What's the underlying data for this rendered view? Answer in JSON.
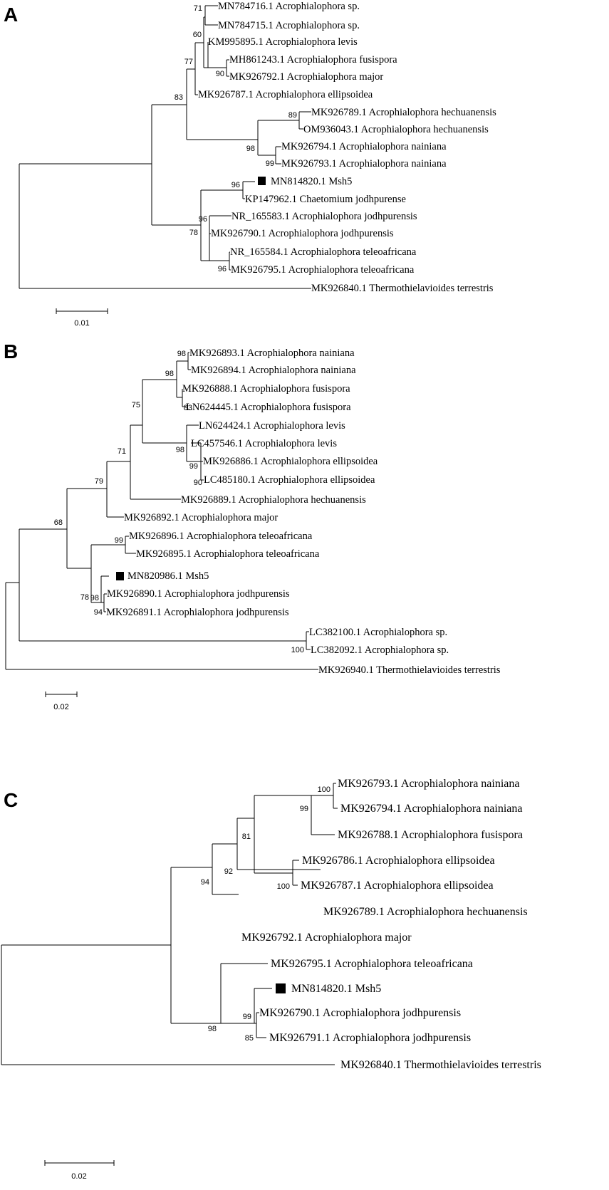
{
  "panels": [
    {
      "letter": "A",
      "scale_label": "0.01",
      "leaves": [
        "MN784716.1 Acrophialophora sp.",
        "MN784715.1 Acrophialophora sp.",
        "KM995895.1 Acrophialophora levis",
        "MH861243.1 Acrophialophora fusispora",
        "MK926792.1 Acrophialophora major",
        "MK926787.1 Acrophialophora ellipsoidea",
        "MK926789.1 Acrophialophora hechuanensis",
        "OM936043.1 Acrophialophora hechuanensis",
        "MK926794.1 Acrophialophora nainiana",
        "MK926793.1 Acrophialophora nainiana",
        "MN814820.1 Msh5",
        "KP147962.1 Chaetomium jodhpurense",
        "NR_165583.1 Acrophialophora jodhpurensis",
        "MK926790.1 Acrophialophora jodhpurensis",
        "NR_165584.1 Acrophialophora teleoafricana",
        "MK926795.1 Acrophialophora teleoafricana",
        "MK926840.1 Thermothielavioides terrestris"
      ],
      "bootstraps": [
        "71",
        "60",
        "77",
        "90",
        "83",
        "89",
        "98",
        "99",
        "96",
        "96",
        "78",
        "96"
      ]
    },
    {
      "letter": "B",
      "scale_label": "0.02",
      "leaves": [
        "MK926893.1 Acrophialophora nainiana",
        "MK926894.1 Acrophialophora nainiana",
        "MK926888.1 Acrophialophora fusispora",
        "LN624445.1 Acrophialophora fusispora",
        "LN624424.1 Acrophialophora levis",
        "LC457546.1 Acrophialophora levis",
        "MK926886.1 Acrophialophora ellipsoidea",
        "LC485180.1 Acrophialophora ellipsoidea",
        "MK926889.1 Acrophialophora hechuanensis",
        "MK926892.1 Acrophialophora major",
        "MK926896.1 Acrophialophora teleoafricana",
        "MK926895.1 Acrophialophora teleoafricana",
        "MN820986.1  Msh5",
        "MK926890.1 Acrophialophora jodhpurensis",
        "MK926891.1 Acrophialophora jodhpurensis",
        "LC382100.1 Acrophialophora sp.",
        "LC382092.1 Acrophialophora sp.",
        "MK926940.1 Thermothielavioides terrestris"
      ],
      "bootstraps": [
        "98",
        "98",
        "83",
        "75",
        "98",
        "99",
        "90",
        "71",
        "79",
        "68",
        "99",
        "78",
        "98",
        "94",
        "100"
      ]
    },
    {
      "letter": "C",
      "scale_label": "0.02",
      "leaves": [
        "MK926793.1 Acrophialophora nainiana",
        "MK926794.1 Acrophialophora nainiana",
        "MK926788.1 Acrophialophora fusispora",
        "MK926786.1 Acrophialophora ellipsoidea",
        "MK926787.1 Acrophialophora ellipsoidea",
        "MK926789.1 Acrophialophora hechuanensis",
        "MK926792.1 Acrophialophora major",
        "MK926795.1 Acrophialophora teleoafricana",
        "MN814820.1  Msh5",
        "MK926790.1 Acrophialophora jodhpurensis",
        "MK926791.1 Acrophialophora jodhpurensis",
        "MK926840.1 Thermothielavioides terrestris"
      ],
      "bootstraps": [
        "100",
        "99",
        "81",
        "100",
        "92",
        "94",
        "98",
        "99",
        "85"
      ]
    }
  ]
}
